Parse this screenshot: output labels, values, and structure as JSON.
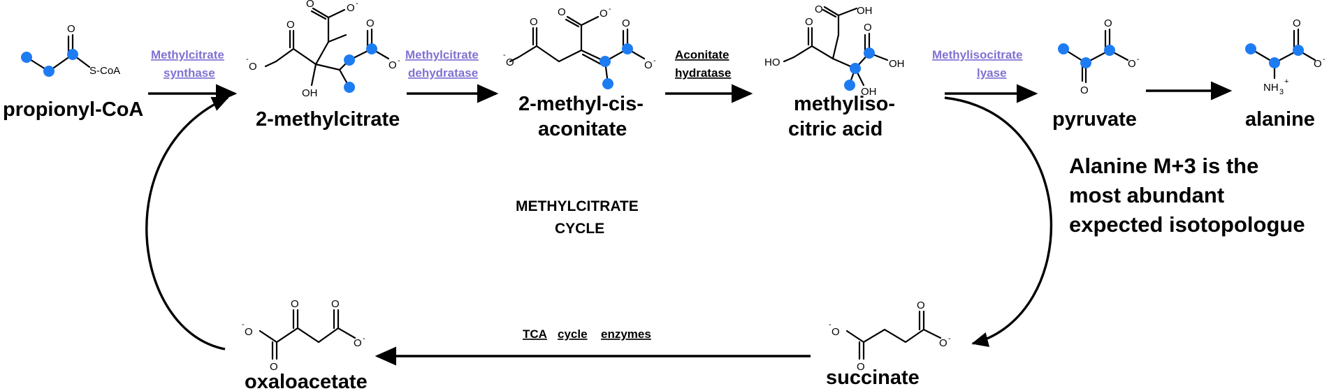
{
  "colors": {
    "labeled_carbon": "#1e7cf2",
    "enzyme_highlight": "#7f72d1",
    "line": "#000000"
  },
  "compounds": {
    "propionyl_coa": "propionyl-CoA",
    "methylcitrate": "2-methylcitrate",
    "methyl_cis_aconitate_line1": "2-methyl-cis-",
    "methyl_cis_aconitate_line2": "aconitate",
    "methylisocitric_line1": "methyliso-",
    "methylisocitric_line2": "citric acid",
    "pyruvate": "pyruvate",
    "alanine": "alanine",
    "succinate": "succinate",
    "oxaloacetate": "oxaloacetate"
  },
  "enzymes": {
    "methylcitrate_synthase_line1": "Methylcitrate",
    "methylcitrate_synthase_line2": "synthase",
    "methylcitrate_dehydratase_line1": "Methylcitrate",
    "methylcitrate_dehydratase_line2": "dehydratase",
    "aconitate_hydratase_line1": "Aconitate",
    "aconitate_hydratase_line2": "hydratase",
    "methylisocitrate_lyase_line1": "Methylisocitrate",
    "methylisocitrate_lyase_line2": "lyase",
    "tca_word1": "TCA",
    "tca_word2": "cycle",
    "tca_word3": "enzymes"
  },
  "cycle_label": {
    "line1": "METHYLCITRATE",
    "line2": "CYCLE"
  },
  "note": {
    "line1": "Alanine M+3 is the",
    "line2": "most abundant",
    "line3": "expected isotopologue"
  },
  "atoms": {
    "o": "O",
    "o_minus": "O",
    "minus": "-",
    "oh": "OH",
    "ho": "HO",
    "scoa": "S-CoA",
    "nh3": "NH",
    "nh3_sub": "3",
    "plus": "+"
  }
}
